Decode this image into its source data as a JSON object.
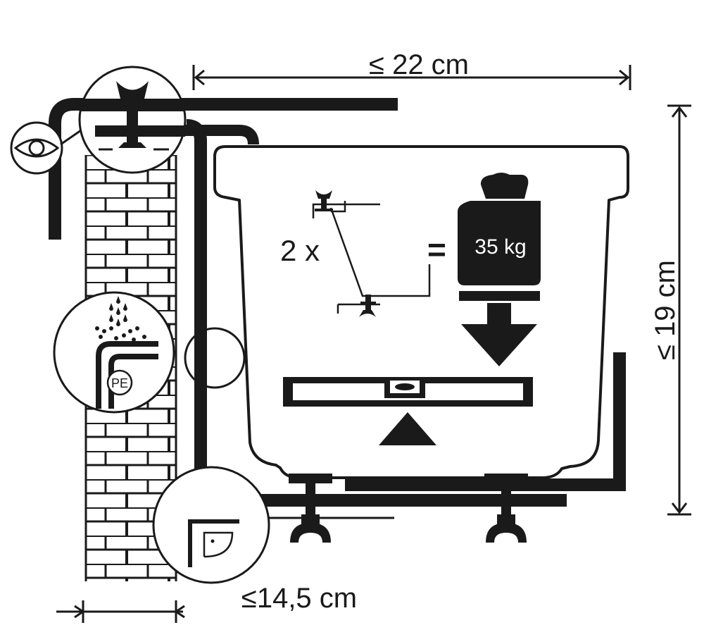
{
  "dimensions": {
    "top_width": "≤ 22 cm",
    "height": "≤ 19 cm",
    "bottom_width": "≤14,5 cm"
  },
  "load": {
    "multiplier": "2 x",
    "equals": "=",
    "weight": "35 kg"
  },
  "badges": {
    "material": "PE"
  },
  "icons": [
    "eye-icon",
    "wing-screw-icon",
    "weight-icon",
    "arrow-down-icon",
    "spirit-level-icon",
    "water-drops-icon",
    "angle-icon"
  ],
  "colors": {
    "ink": "#1a1a1a",
    "paper": "#ffffff"
  }
}
